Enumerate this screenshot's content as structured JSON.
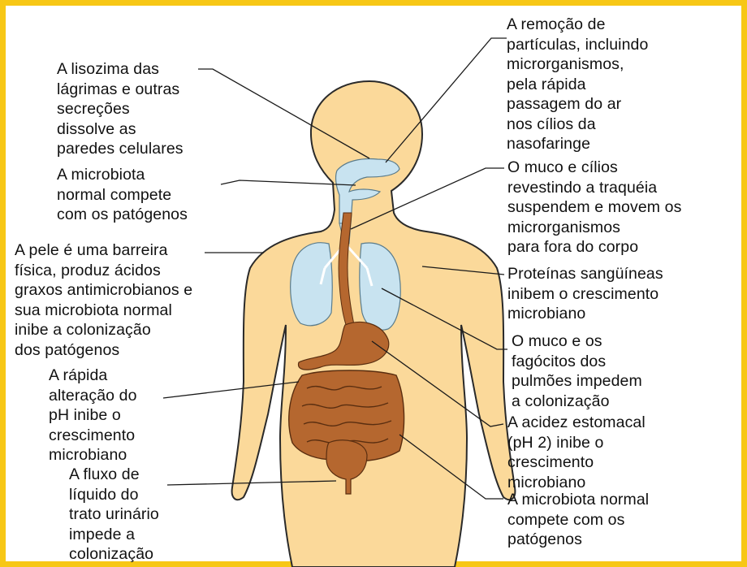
{
  "colors": {
    "border": "#f7c716",
    "skin": "#fbd99a",
    "skin_outline": "#2a2a2a",
    "airway": "#c8e3f0",
    "digestive": "#b5672f",
    "leader_line": "#1a1a1a"
  },
  "labels": {
    "lysozyme": "A lisozima das\nlágrimas e outras\nsecreções\ndissolve as\nparedes celulares",
    "normal_flora_nose": "A microbiota\nnormal compete\ncom os patógenos",
    "skin_barrier": "A pele é uma barreira\nfísica, produz ácidos\ngraxos antimicrobianos e\nsua microbiota normal\ninibe a colonização\ndos patógenos",
    "ph_change": "A rápida\nalteração do\npH inibe o\ncrescimento\nmicrobiano",
    "urine_flow": "A fluxo de\nlíquido  do\ntrato urinário\nimpede a\ncolonização",
    "particle_removal": "A remoção de\npartículas, incluindo\nmicrorganismos,\npela rápida\npassagem do ar\nnos cílios da\nnasofaringe",
    "mucus_cilia": "O muco e cílios\nrevestindo a traquéia\nsuspendem e movem os\nmicrorganismos\npara fora do corpo",
    "blood_proteins": "Proteínas sangüíneas\ninibem o crescimento\nmicrobiano",
    "lung_phagocytes": "O muco e os\nfagócitos dos\npulmões impedem\na colonização",
    "stomach_acid": "A acidez estomacal\n(pH 2) inibe o\ncrescimento\nmicrobiano",
    "intestine_flora": "A microbiota normal\ncompete com os\npatógenos"
  }
}
